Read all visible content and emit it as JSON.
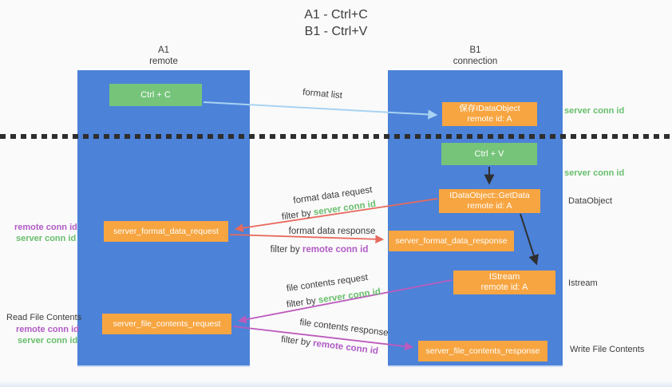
{
  "title": {
    "line1": "A1 - Ctrl+C",
    "line2": "B1 - Ctrl+V"
  },
  "columns": {
    "a": {
      "name": "A1",
      "role": "remote"
    },
    "b": {
      "name": "B1",
      "role": "connection"
    }
  },
  "nodes": {
    "ctrl_c": {
      "label": "Ctrl + C"
    },
    "save_idataobject": {
      "line1": "保存IDataObject",
      "line2": "remote id: A"
    },
    "ctrl_v": {
      "label": "Ctrl + V"
    },
    "getdata": {
      "line1": "IDataObject::GetData",
      "line2": "remote id: A"
    },
    "format_request": {
      "label": "server_format_data_request"
    },
    "format_response": {
      "label": "server_format_data_response"
    },
    "istream": {
      "line1": "IStream",
      "line2": "remote id: A"
    },
    "file_request": {
      "label": "server_file_contents_request"
    },
    "file_response": {
      "label": "server_file_contents_response"
    }
  },
  "flow_labels": {
    "format_list": "format list",
    "format_data_request": "format data request",
    "format_data_response": "format data response",
    "file_contents_request": "file contents request",
    "file_contents_response": "file contents response",
    "filter_by": "filter by",
    "server_conn_id": "server conn id",
    "remote_conn_id": "remote conn id"
  },
  "side_labels": {
    "server_conn_id_top": "server conn id",
    "server_conn_id_mid": "server conn id",
    "dataobject": "DataObject",
    "istream": "Istream",
    "write_file_contents": "Write File Contents",
    "read_file_contents": "Read File Contents",
    "remote_conn_id_left_top": "remote conn id",
    "server_conn_id_left_top": "server conn id",
    "remote_conn_id_left_bottom": "remote conn id",
    "server_conn_id_left_bottom": "server conn id"
  },
  "colors": {
    "column_blue": "#4c82d8",
    "box_green": "#76c47a",
    "box_orange": "#f7a541",
    "arrow_light_blue": "#a9d3f2",
    "arrow_red": "#e76a5e",
    "arrow_magenta": "#bc5bbc",
    "arrow_black": "#2f2f2f",
    "label_green": "#68be6c",
    "label_purple": "#b05bc4"
  }
}
